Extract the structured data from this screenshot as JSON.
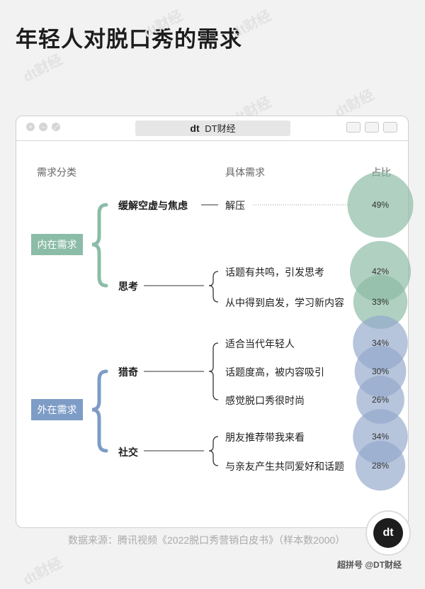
{
  "page": {
    "title": "年轻人对脱口秀的需求",
    "watermark": "dt财经",
    "window_title": "DT财经",
    "brand_logo": "dt"
  },
  "headers": {
    "category": "需求分类",
    "specific": "具体需求",
    "share": "占比"
  },
  "colors": {
    "inner": "#8bbca8",
    "outer": "#7d9cc6",
    "bubble_inner": "#8ab9a3",
    "bubble_outer": "#93a8cb",
    "line": "#333333"
  },
  "chart_data": {
    "type": "bubble-tree",
    "title": "年轻人对脱口秀的需求",
    "value_unit": "%",
    "groups": [
      {
        "name": "内在需求",
        "categories": [
          {
            "name": "缓解空虚与焦虑",
            "needs": [
              {
                "label": "解压",
                "value": 49
              }
            ]
          },
          {
            "name": "思考",
            "needs": [
              {
                "label": "话题有共鸣，引发思考",
                "value": 42
              },
              {
                "label": "从中得到启发，学习新内容",
                "value": 33
              }
            ]
          }
        ]
      },
      {
        "name": "外在需求",
        "categories": [
          {
            "name": "猎奇",
            "needs": [
              {
                "label": "适合当代年轻人",
                "value": 34
              },
              {
                "label": "话题度高，被内容吸引",
                "value": 30
              },
              {
                "label": "感觉脱口秀很时尚",
                "value": 26
              }
            ]
          },
          {
            "name": "社交",
            "needs": [
              {
                "label": "朋友推荐带我来看",
                "value": 34
              },
              {
                "label": "与亲友产生共同爱好和话题",
                "value": 28
              }
            ]
          }
        ]
      }
    ]
  },
  "footer": {
    "source": "数据来源：腾讯视频《2022脱口秀营销白皮书》（样本数2000）",
    "credit": "超拼号 @DT财经"
  }
}
